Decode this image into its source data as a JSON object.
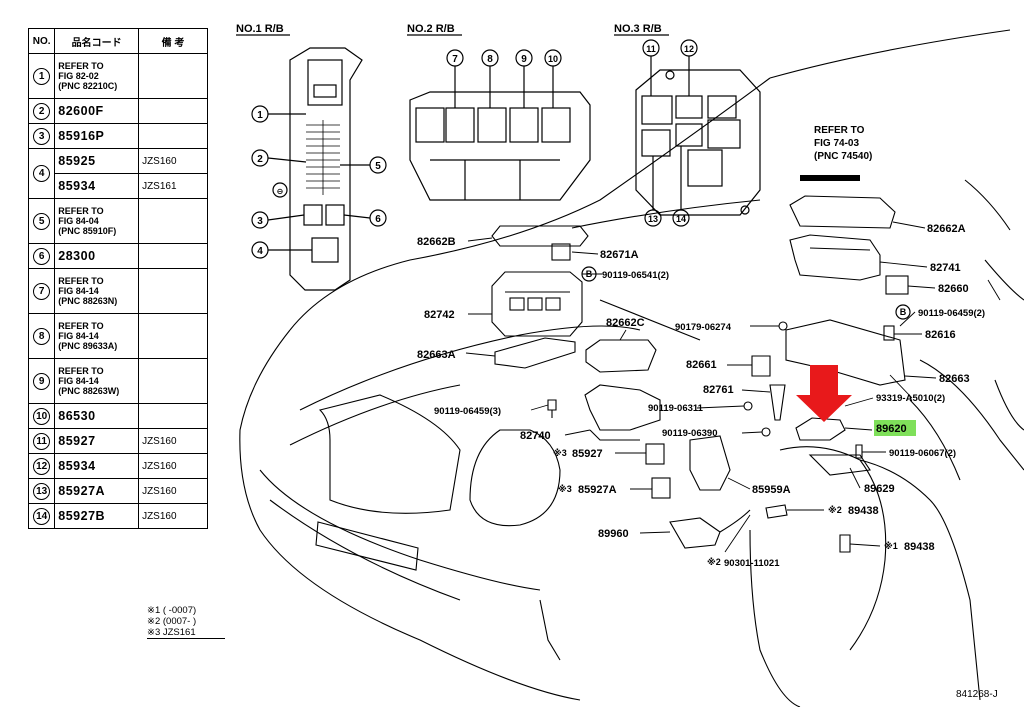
{
  "table": {
    "headers": [
      "NO.",
      "品名コード",
      "備 考"
    ],
    "rows": [
      {
        "no": "1",
        "ref": [
          "REFER TO",
          "FIG 82-02",
          "(PNC 82210C)"
        ],
        "note": ""
      },
      {
        "no": "2",
        "code": "82600F",
        "note": ""
      },
      {
        "no": "3",
        "code": "85916P",
        "note": ""
      },
      {
        "no": "4",
        "codes": [
          "85925",
          "85934"
        ],
        "notes": [
          "JZS160",
          "JZS161"
        ]
      },
      {
        "no": "5",
        "ref": [
          "REFER TO",
          "FIG 84-04",
          "(PNC 85910F)"
        ],
        "note": ""
      },
      {
        "no": "6",
        "code": "28300",
        "note": ""
      },
      {
        "no": "7",
        "ref": [
          "REFER TO",
          "FIG 84-14",
          "(PNC 88263N)"
        ],
        "note": ""
      },
      {
        "no": "8",
        "ref": [
          "REFER TO",
          "FIG 84-14",
          "(PNC 89633A)"
        ],
        "note": ""
      },
      {
        "no": "9",
        "ref": [
          "REFER TO",
          "FIG 84-14",
          "(PNC 88263W)"
        ],
        "note": ""
      },
      {
        "no": "10",
        "code": "86530",
        "note": ""
      },
      {
        "no": "11",
        "code": "85927",
        "note": "JZS160"
      },
      {
        "no": "12",
        "code": "85934",
        "note": "JZS160"
      },
      {
        "no": "13",
        "code": "85927A",
        "note": "JZS160"
      },
      {
        "no": "14",
        "code": "85927B",
        "note": "JZS160"
      }
    ]
  },
  "footnotes": [
    "※1 (    -0007)",
    "※2 (0007-     )",
    "※3  JZS161"
  ],
  "relay_blocks": {
    "rb1": "NO.1  R/B",
    "rb2": "NO.2  R/B",
    "rb3": "NO.3  R/B"
  },
  "refer_fig": [
    "REFER TO",
    "FIG 74-03",
    "(PNC 74540)"
  ],
  "parts": {
    "p82662B": "82662B",
    "p82671A": "82671A",
    "p90119_06541": "90119-06541(2)",
    "p82742": "82742",
    "p82662C": "82662C",
    "p82663A": "82663A",
    "p90179_06274": "90179-06274",
    "p82661": "82661",
    "p82761": "82761",
    "p90119_06459_3": "90119-06459(3)",
    "p90119_06311": "90119-06311",
    "p82740": "82740",
    "p90119_06390": "90119-06390",
    "p85927": "85927",
    "p85927A": "85927A",
    "p85959A": "85959A",
    "p89960": "89960",
    "p90301_11021": "90301-11021",
    "p89438a": "89438",
    "p89438b": "89438",
    "p82662A": "82662A",
    "p82741": "82741",
    "p82660": "82660",
    "p90119_06459_2": "90119-06459(2)",
    "p82616": "82616",
    "p82663": "82663",
    "p93319": "93319-A5010(2)",
    "p89620": "89620",
    "p90119_06067": "90119-06067(2)",
    "p89629": "89629"
  },
  "marks": {
    "m3": "※3",
    "m2": "※2",
    "m1": "※1",
    "b": "B"
  },
  "fig_id": "841268-J",
  "colors": {
    "arrow": "#e8191b",
    "highlight": "#7fe05a",
    "ink": "#000000"
  }
}
